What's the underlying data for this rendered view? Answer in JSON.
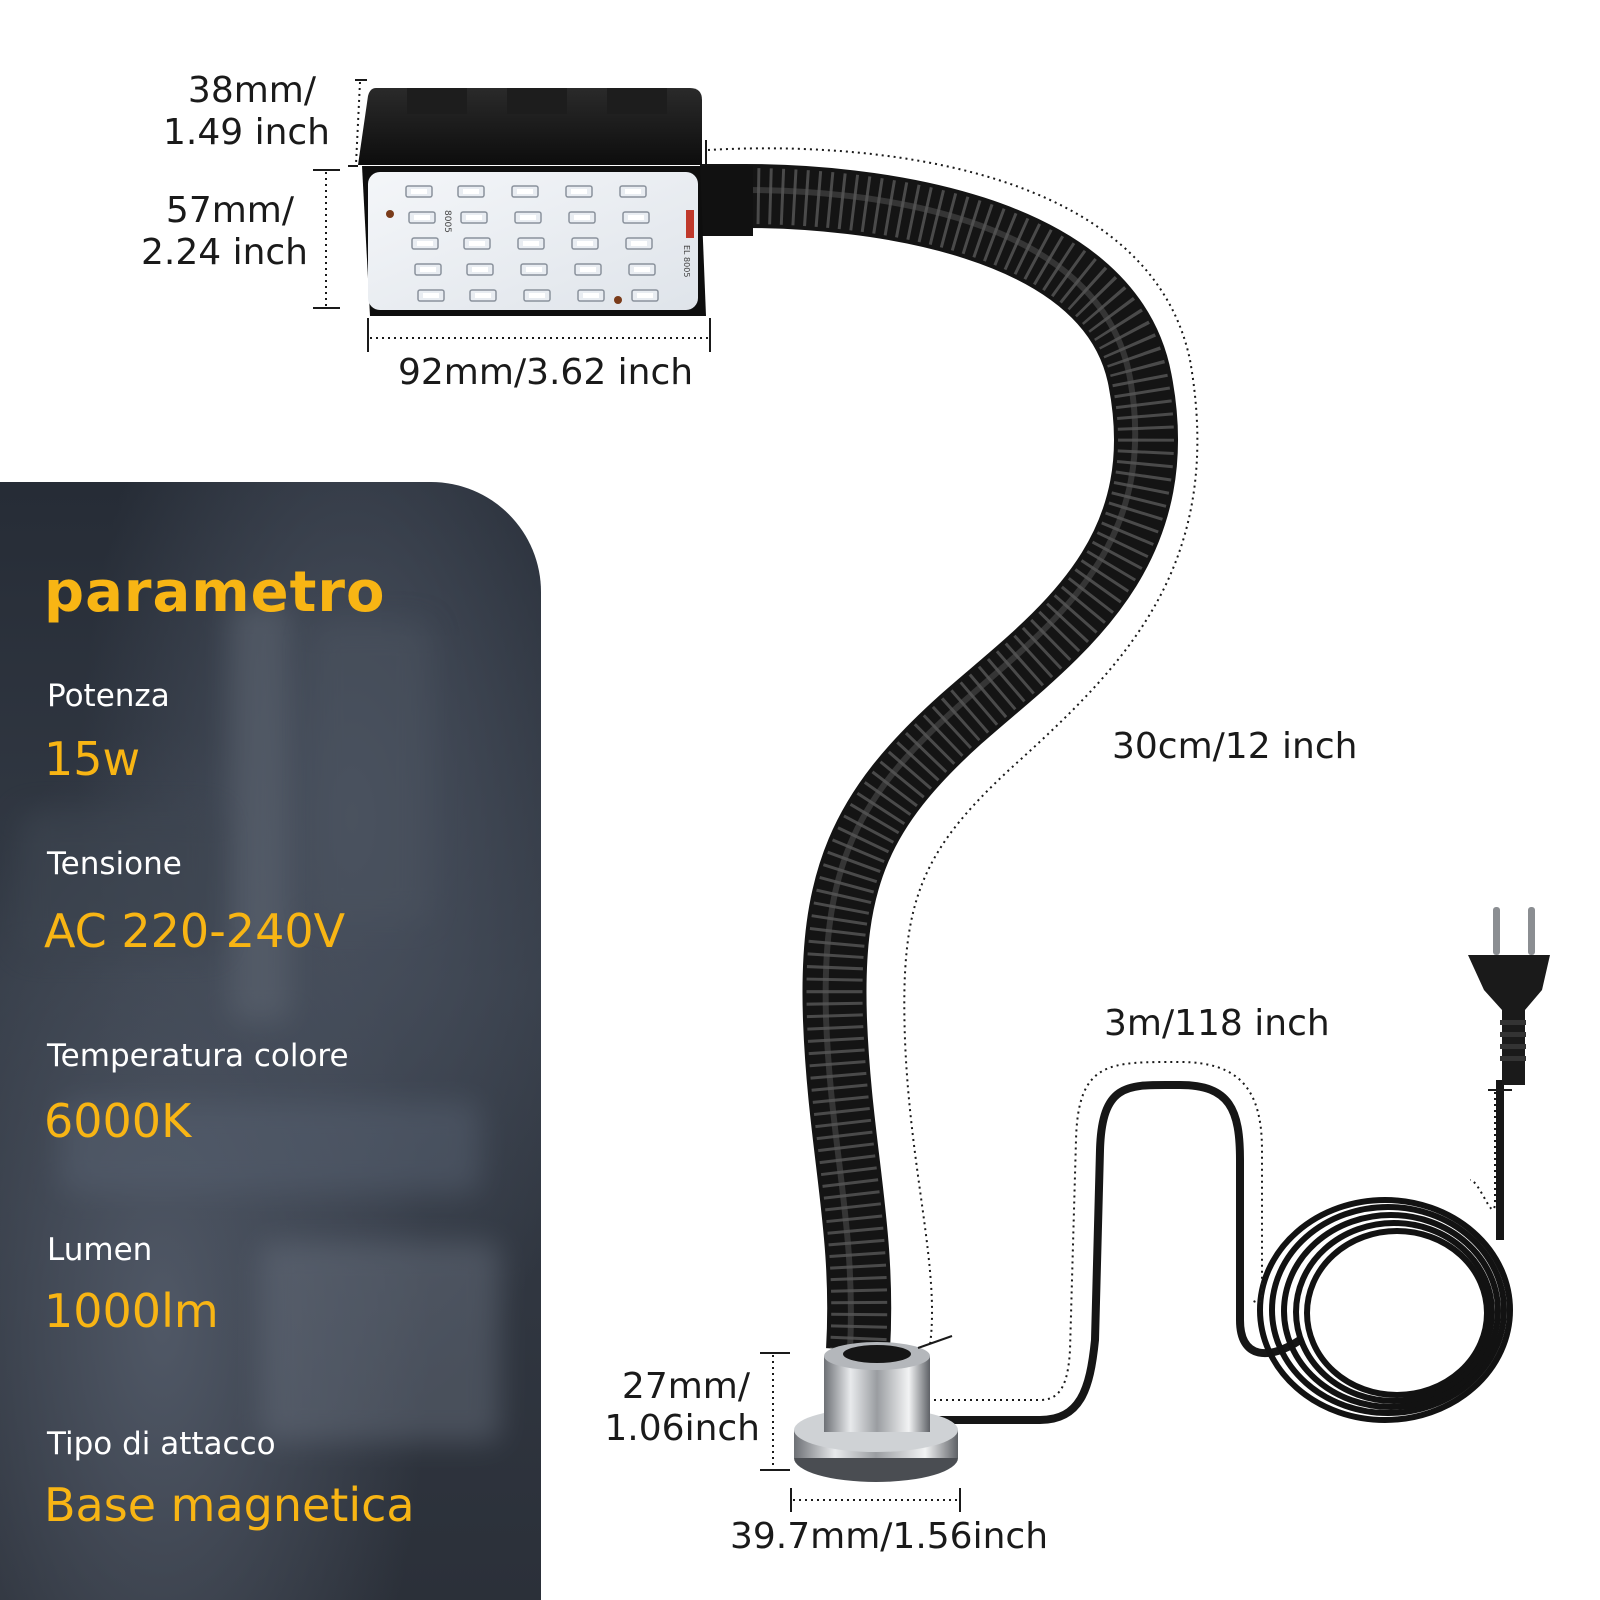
{
  "dimensions": {
    "head_depth": [
      "38mm/",
      "1.49 inch"
    ],
    "head_height": [
      "57mm/",
      "2.24 inch"
    ],
    "head_width": "92mm/3.62 inch",
    "gooseneck_length": "30cm/12 inch",
    "cable_length": "3m/118 inch",
    "base_height": [
      "27mm/",
      "1.06inch"
    ],
    "base_diameter": "39.7mm/1.56inch"
  },
  "led_board": {
    "marking_1": "8005",
    "marking_2": "EL 8005"
  },
  "specs": {
    "title": "parametro",
    "items": [
      {
        "label": "Potenza",
        "value": "15w"
      },
      {
        "label": "Tensione",
        "value": "AC 220-240V"
      },
      {
        "label": "Temperatura colore",
        "value": "6000K"
      },
      {
        "label": "Lumen",
        "value": "1000lm"
      },
      {
        "label": "Tipo di attacco",
        "value": "Base magnetica"
      }
    ]
  },
  "colors": {
    "accent": "#f8b514",
    "panel": "#2b3039",
    "text": "#1a1a1a"
  }
}
